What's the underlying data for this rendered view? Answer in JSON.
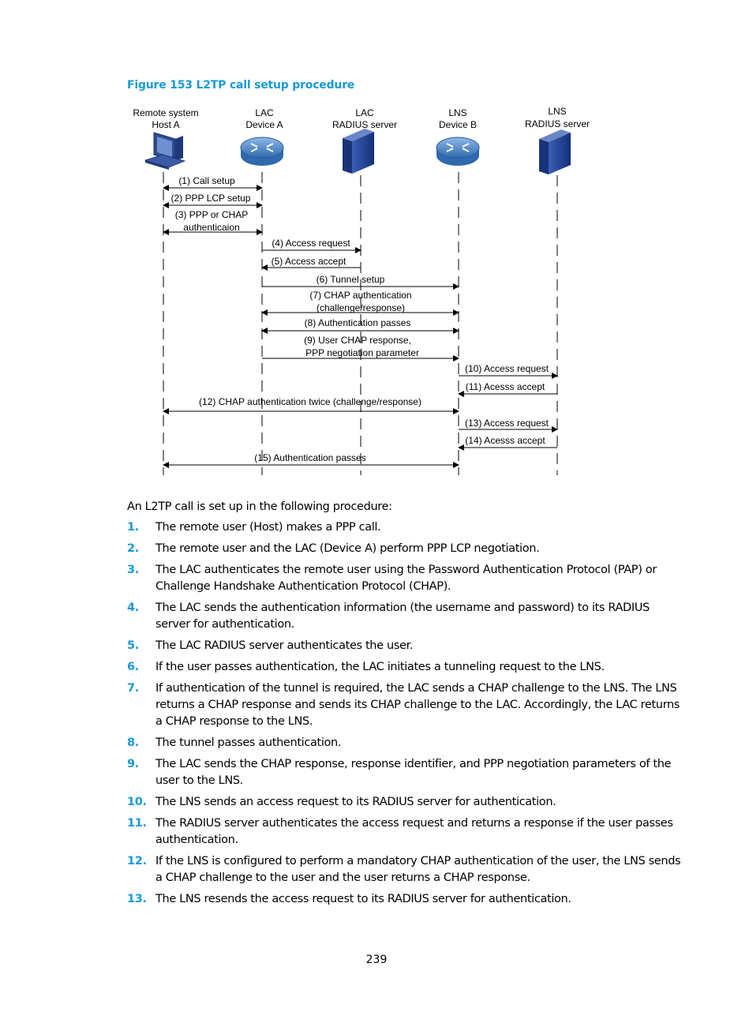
{
  "figure": {
    "caption": "Figure 153 L2TP call setup procedure",
    "actors": [
      {
        "line1": "Remote system",
        "line2": "Host A",
        "icon": "computer-icon"
      },
      {
        "line1": "LAC",
        "line2": "Device A",
        "icon": "router-icon"
      },
      {
        "line1": "LAC",
        "line2": "RADIUS server",
        "icon": "server-icon"
      },
      {
        "line1": "LNS",
        "line2": "Device B",
        "icon": "router-icon"
      },
      {
        "line1": "LNS",
        "line2": "RADIUS server",
        "icon": "server-icon"
      }
    ],
    "messages": [
      {
        "line1": "(1) Call setup"
      },
      {
        "line1": "(2) PPP LCP setup"
      },
      {
        "line1": "(3) PPP or CHAP",
        "line2": "authenticaion"
      },
      {
        "line1": "(4) Access request"
      },
      {
        "line1": "(5) Access accept"
      },
      {
        "line1": "(6) Tunnel setup"
      },
      {
        "line1": "(7) CHAP authentication",
        "line2": "(challenge/response)"
      },
      {
        "line1": "(8) Authentication passes"
      },
      {
        "line1": "(9) User CHAP response,",
        "line2": "PPP negotiation parameter"
      },
      {
        "line1": "(10) Access request"
      },
      {
        "line1": "(11) Acesss accept"
      },
      {
        "line1": "(12) CHAP authentication twice (challenge/response)"
      },
      {
        "line1": "(13) Access request"
      },
      {
        "line1": "(14) Acesss accept"
      },
      {
        "line1": "(15) Authentication passes"
      }
    ]
  },
  "intro": "An L2TP call is set up in the following procedure:",
  "steps": [
    {
      "num": "1.",
      "text": "The remote user (Host) makes a PPP call."
    },
    {
      "num": "2.",
      "text": "The remote user and the LAC (Device A) perform PPP LCP negotiation."
    },
    {
      "num": "3.",
      "text": "The LAC authenticates the remote user using the Password Authentication Protocol (PAP) or Challenge Handshake Authentication Protocol (CHAP)."
    },
    {
      "num": "4.",
      "text": "The LAC sends the authentication information (the username and password) to its RADIUS server for authentication."
    },
    {
      "num": "5.",
      "text": "The LAC RADIUS server authenticates the user."
    },
    {
      "num": "6.",
      "text": "If the user passes authentication, the LAC initiates a tunneling request to the LNS."
    },
    {
      "num": "7.",
      "text": "If authentication of the tunnel is required, the LAC sends a CHAP challenge to the LNS. The LNS returns a CHAP response and sends its CHAP challenge to the LAC. Accordingly, the LAC returns a CHAP response to the LNS."
    },
    {
      "num": "8.",
      "text": "The tunnel passes authentication."
    },
    {
      "num": "9.",
      "text": "The LAC sends the CHAP response, response identifier, and PPP negotiation parameters of the user to the LNS."
    },
    {
      "num": "10.",
      "text": "The LNS sends an access request to its RADIUS server for authentication."
    },
    {
      "num": "11.",
      "text": "The RADIUS server authenticates the access request and returns a response if the user passes authentication."
    },
    {
      "num": "12.",
      "text": "If the LNS is configured to perform a mandatory CHAP authentication of the user, the LNS sends a CHAP challenge to the user and the user returns a CHAP response."
    },
    {
      "num": "13.",
      "text": "The LNS resends the access request to its RADIUS server for authentication."
    }
  ],
  "page_number": "239",
  "colors": {
    "accent": "#1a9ad6",
    "router": "#3b78b8",
    "server": "#1f3f8c"
  }
}
